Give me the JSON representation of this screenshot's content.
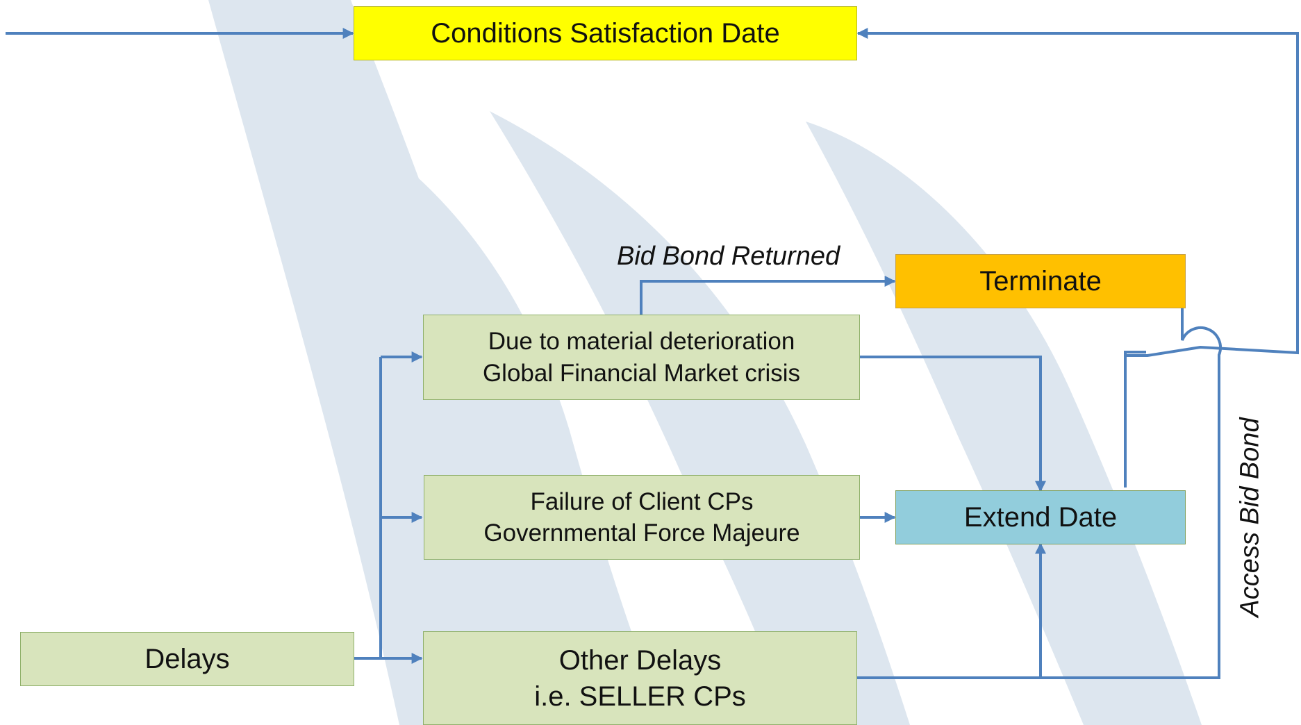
{
  "diagram": {
    "nodes": {
      "conditions": {
        "lines": [
          "Conditions Satisfaction Date"
        ]
      },
      "terminate": {
        "lines": [
          "Terminate"
        ]
      },
      "material": {
        "lines": [
          "Due to material deterioration",
          "Global Financial Market crisis"
        ]
      },
      "failure": {
        "lines": [
          "Failure of Client CPs",
          "Governmental Force Majeure"
        ]
      },
      "extend": {
        "lines": [
          "Extend Date"
        ]
      },
      "delays": {
        "lines": [
          "Delays"
        ]
      },
      "other": {
        "lines": [
          "Other Delays",
          "i.e. SELLER CPs"
        ]
      }
    },
    "edge_labels": {
      "bid_bond_returned": "Bid Bond Returned",
      "access_bid_bond": "Access Bid Bond"
    },
    "colors": {
      "connector": "#4f81bd",
      "watermark": "#dde6ef",
      "green_box": "#d8e4bc",
      "yellow_box": "#ffff00",
      "orange_box": "#ffc000",
      "blue_box": "#92cddc"
    }
  }
}
